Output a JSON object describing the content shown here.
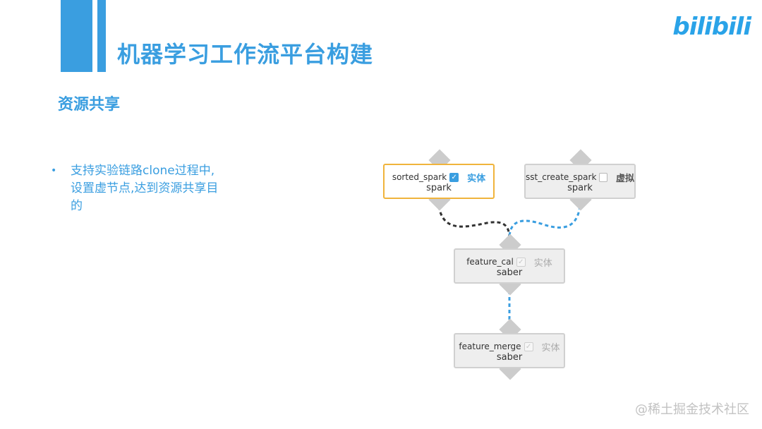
{
  "header": {
    "title": "机器学习工作流平台构建",
    "logo": "bilibili",
    "accent_color": "#3a9ee0"
  },
  "section": {
    "subtitle": "资源共享",
    "bullet": "支持实验链路clone过程中,设置虚节点,达到资源共享目的"
  },
  "diagram": {
    "nodes": [
      {
        "id": "sorted_spark",
        "name": "sorted_spark",
        "engine": "spark",
        "tag": "实体",
        "checked": true,
        "selected": true
      },
      {
        "id": "sst_create_spark",
        "name": "sst_create_spark",
        "engine": "spark",
        "tag": "虚拟",
        "checked": false,
        "selected": false
      },
      {
        "id": "feature_cal",
        "name": "feature_cal",
        "engine": "saber",
        "tag": "实体",
        "checked": true,
        "selected": false
      },
      {
        "id": "feature_merge",
        "name": "feature_merge",
        "engine": "saber",
        "tag": "实体",
        "checked": true,
        "selected": false
      }
    ],
    "edges": [
      {
        "from": "sorted_spark",
        "to": "feature_cal",
        "color": "#333333"
      },
      {
        "from": "sst_create_spark",
        "to": "feature_cal",
        "color": "#3a9ee0"
      },
      {
        "from": "feature_cal",
        "to": "feature_merge",
        "color": "#3a9ee0"
      }
    ]
  },
  "watermark": "@稀土掘金技术社区"
}
